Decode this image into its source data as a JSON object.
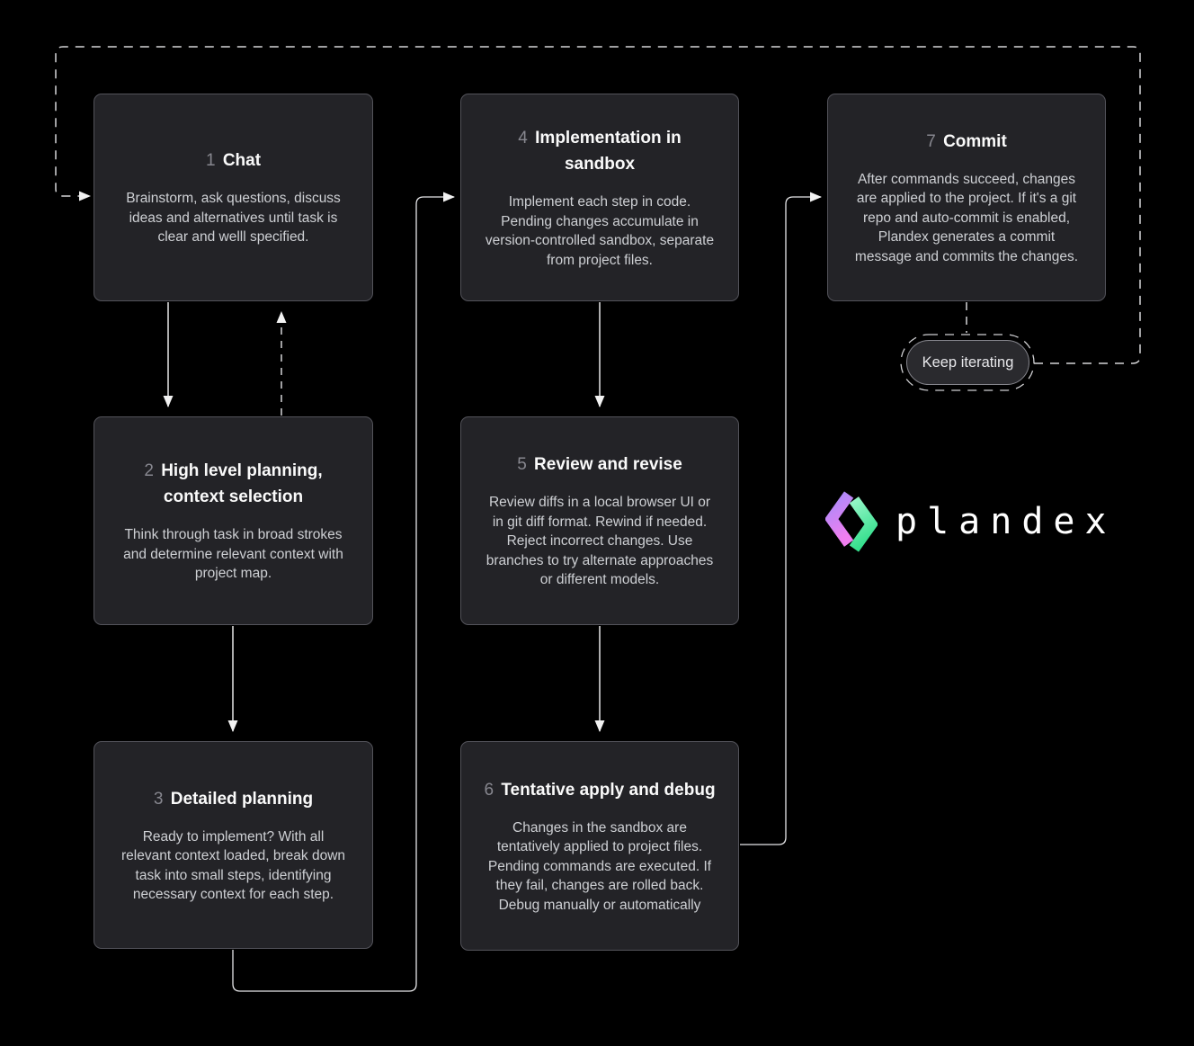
{
  "diagram": {
    "title_implied": "Plandex workflow",
    "boxes": [
      {
        "number": "1",
        "title": "Chat",
        "body": "Brainstorm, ask questions, discuss ideas and alternatives until task is clear and welll specified."
      },
      {
        "number": "2",
        "title": "High level planning, context selection",
        "body": "Think through task in broad strokes and determine relevant context with project map."
      },
      {
        "number": "3",
        "title": "Detailed planning",
        "body": "Ready to implement? With all relevant context loaded, break down task into small steps, identifying necessary context for each step."
      },
      {
        "number": "4",
        "title": "Implementation in sandbox",
        "body": "Implement each step in code. Pending changes accumulate in version-controlled sandbox, separate from project files."
      },
      {
        "number": "5",
        "title": "Review and revise",
        "body": "Review diffs in a local browser UI or in git diff format. Rewind if needed. Reject incorrect changes. Use branches to try alternate approaches or different models."
      },
      {
        "number": "6",
        "title": "Tentative apply and debug",
        "body": "Changes in the sandbox are tentatively applied to project files. Pending commands are executed. If they fail, changes are rolled back. Debug manually or automatically"
      },
      {
        "number": "7",
        "title": "Commit",
        "body": "After commands succeed, changes are applied to the project. If it's a git repo and auto-commit is enabled, Plandex generates a commit message and commits the changes."
      }
    ],
    "pill": {
      "label": "Keep iterating"
    },
    "logo": {
      "text": "plandex"
    },
    "edges": [
      {
        "from": "1",
        "to": "2",
        "style": "solid-arrow-down"
      },
      {
        "from": "2",
        "to": "1",
        "style": "dashed-arrow-up"
      },
      {
        "from": "2",
        "to": "3",
        "style": "solid-arrow-down"
      },
      {
        "from": "3",
        "to": "4",
        "style": "solid-elbow-arrow"
      },
      {
        "from": "4",
        "to": "5",
        "style": "solid-arrow-down"
      },
      {
        "from": "5",
        "to": "6",
        "style": "solid-arrow-down"
      },
      {
        "from": "6",
        "to": "7",
        "style": "solid-elbow-arrow"
      },
      {
        "from": "7",
        "to": "keep-iterating",
        "style": "dashed"
      },
      {
        "from": "keep-iterating",
        "to": "1",
        "style": "dashed-loop-arrow"
      }
    ],
    "colors": {
      "background": "#000000",
      "box_background": "#232327",
      "box_border": "#53535a",
      "title_text": "#fafafa",
      "number_text": "#87878f",
      "body_text": "#ced0d4",
      "line": "#e7e7e9",
      "dashed_line": "#d6d6d8",
      "pill_background": "#2a2a2e",
      "pill_border": "#85858c",
      "logo_gradient_left": [
        "#a78bfa",
        "#f07ef0"
      ],
      "logo_gradient_right": [
        "#96f6c8",
        "#35df8d"
      ],
      "logo_text": "#ffffff"
    }
  }
}
